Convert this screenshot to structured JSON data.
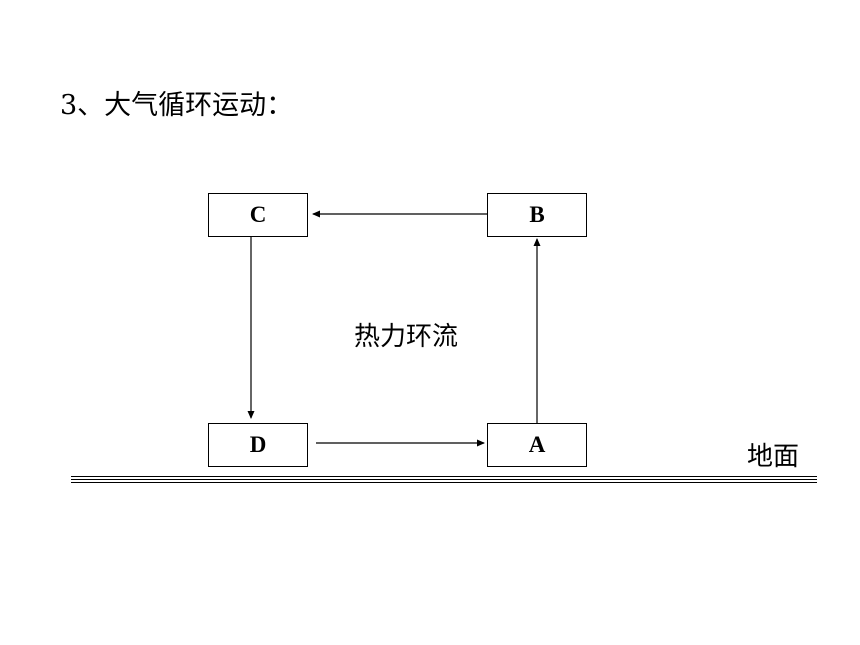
{
  "heading": "3、大气循环运动：",
  "boxes": {
    "a": "A",
    "b": "B",
    "c": "C",
    "d": "D"
  },
  "center_label": "热力环流",
  "ground_label": "地面",
  "flow": [
    {
      "from": "D",
      "to": "A"
    },
    {
      "from": "A",
      "to": "B"
    },
    {
      "from": "B",
      "to": "C"
    },
    {
      "from": "C",
      "to": "D"
    }
  ]
}
